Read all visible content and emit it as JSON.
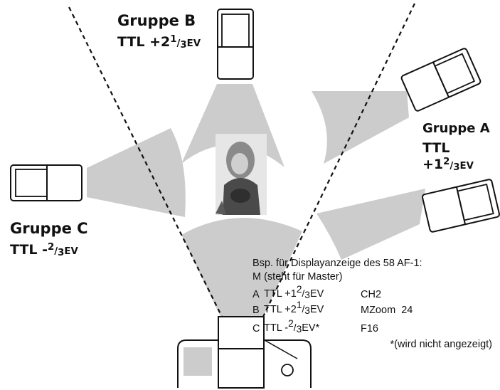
{
  "groups": {
    "b": {
      "name": "Gruppe B",
      "ttl_prefix": "TTL +2",
      "frac_num": "1",
      "frac_den": "3",
      "unit": "EV"
    },
    "a": {
      "name": "Gruppe A",
      "ttl_prefix": "TTL +1",
      "frac_num": "2",
      "frac_den": "3",
      "unit": "EV"
    },
    "c": {
      "name": "Gruppe C",
      "ttl_prefix": "TTL -",
      "frac_num": "2",
      "frac_den": "3",
      "unit": "EV"
    }
  },
  "display_example": {
    "title": "Bsp. für Displayanzeige des 58 AF-1:",
    "subtitle": "M (steht für Master)",
    "rows": [
      {
        "group": "A",
        "prefix": "TTL +1",
        "num": "2",
        "den": "3",
        "unit": "EV",
        "asterisk": "",
        "right": "CH2"
      },
      {
        "group": "B",
        "prefix": "TTL +2",
        "num": "1",
        "den": "3",
        "unit": "EV",
        "asterisk": "",
        "right": "MZoom  24"
      },
      {
        "group": "C",
        "prefix": "TTL -",
        "num": "2",
        "den": "3",
        "unit": "EV",
        "asterisk": "*",
        "right": "F16"
      }
    ],
    "footnote": "*(wird nicht angezeigt)"
  },
  "colors": {
    "beam": "#cccccc",
    "outline": "#111111",
    "background": "#ffffff"
  }
}
